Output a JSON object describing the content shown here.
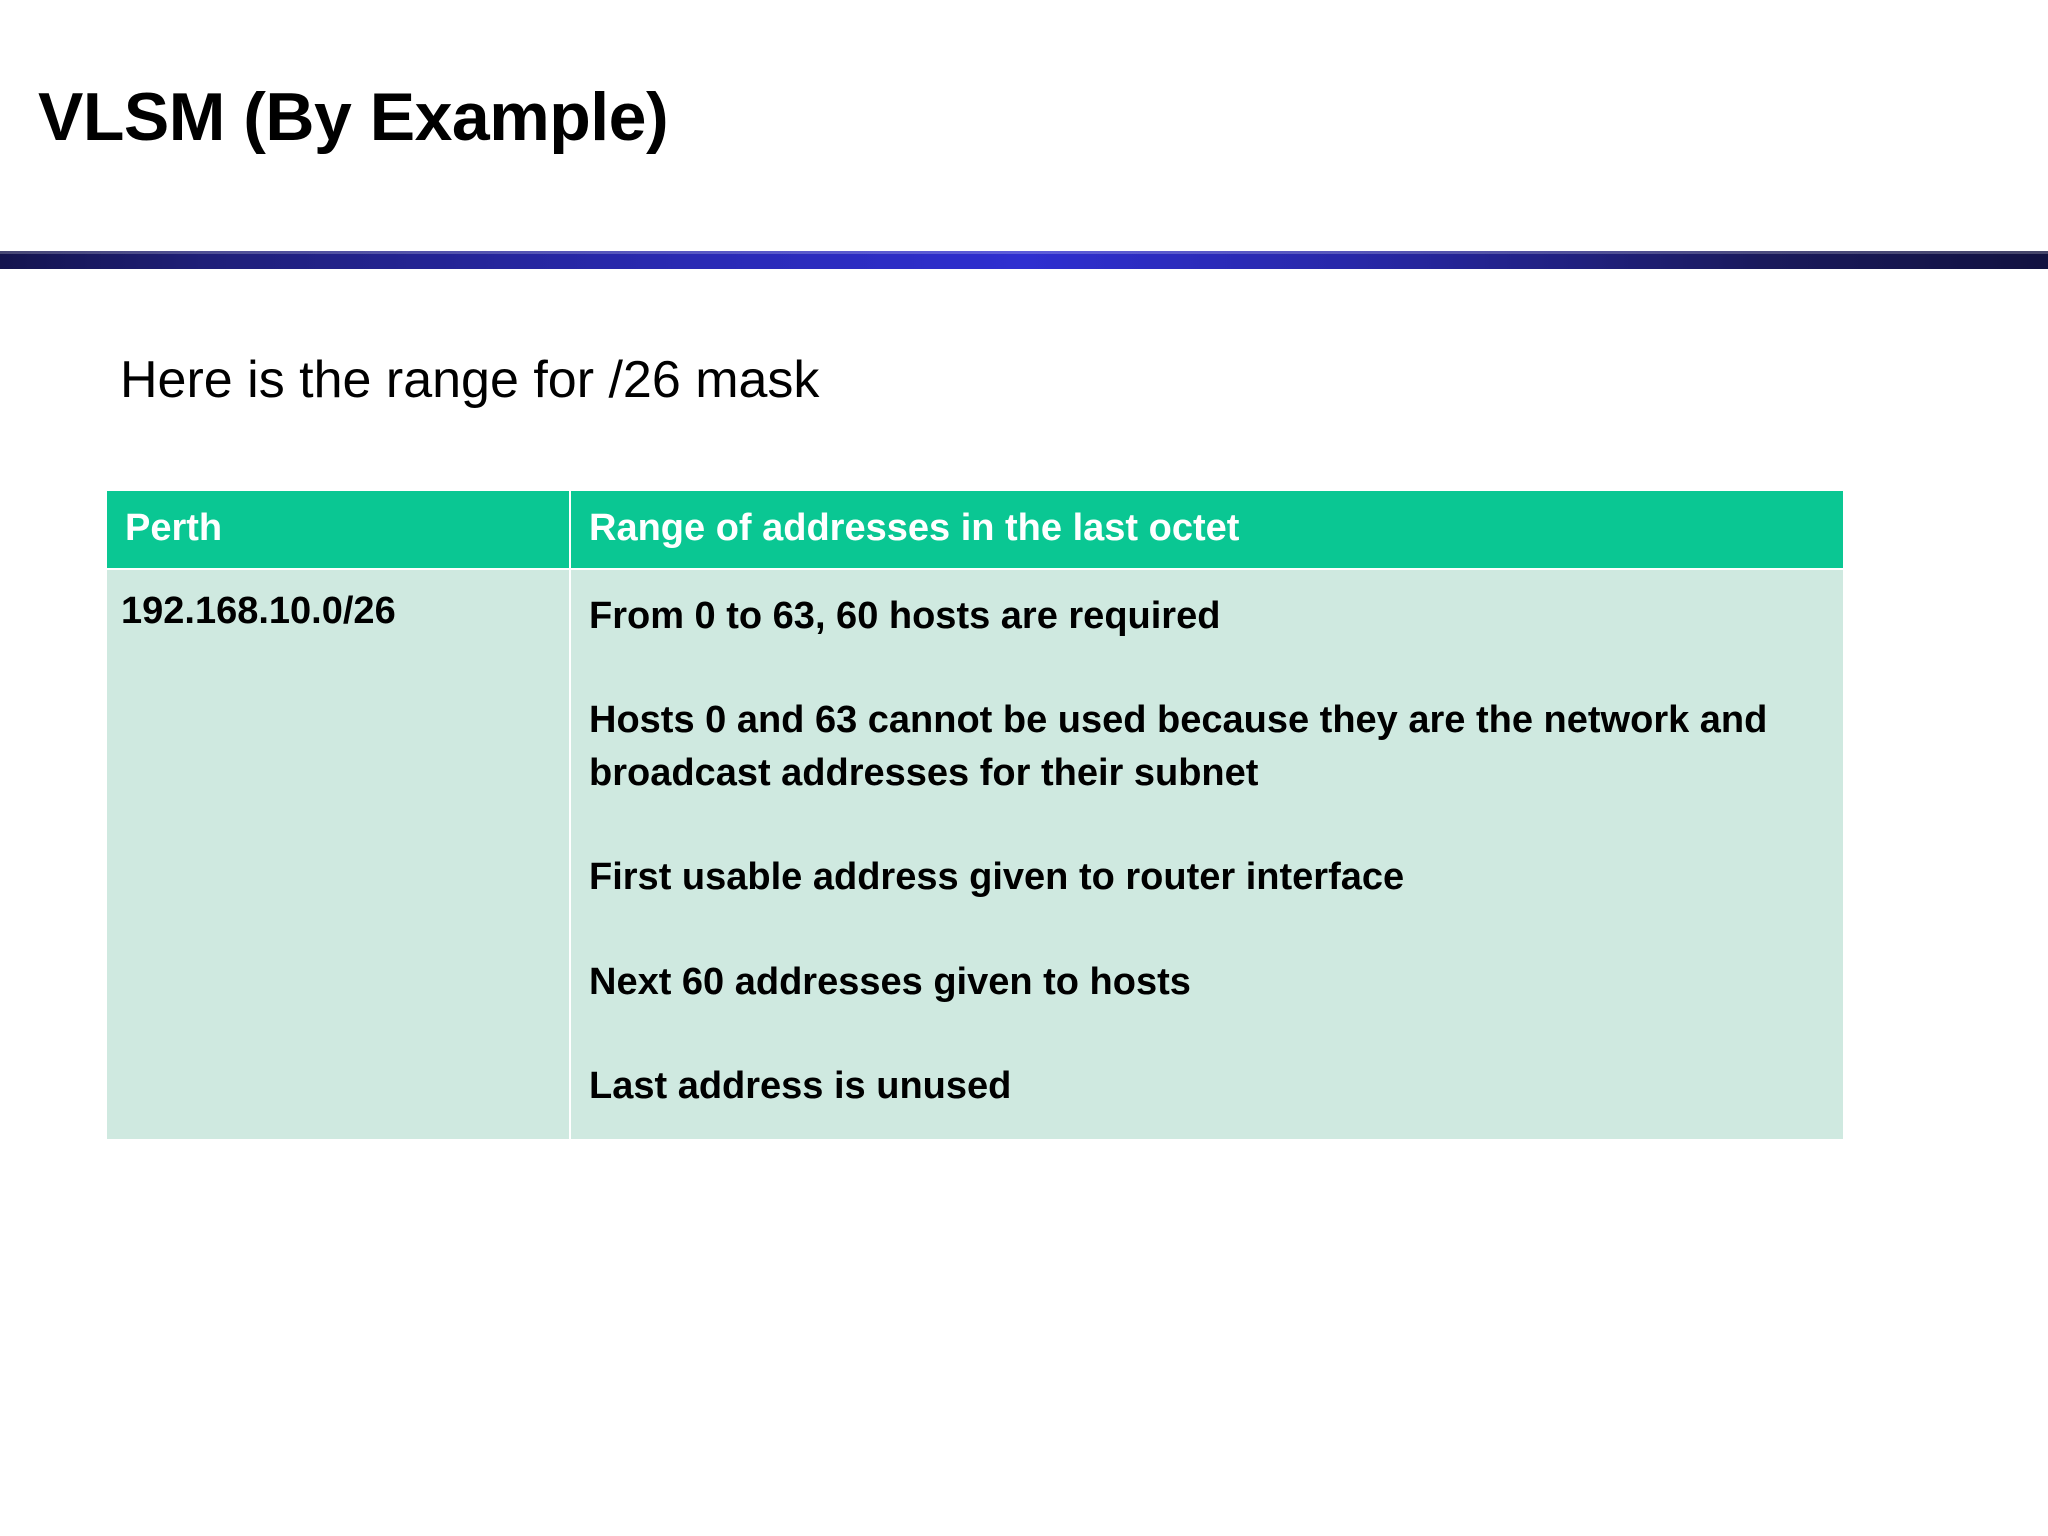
{
  "slide": {
    "title": "VLSM (By Example)",
    "subtitle": "Here is the range for /26 mask"
  },
  "colors": {
    "rule_dark": "#14144e",
    "rule_bright": "#2f2fd0",
    "table_header_bg": "#0ac793",
    "table_header_text": "#ffffff",
    "table_body_bg": "#cfe9e0",
    "table_body_text": "#000000",
    "page_bg": "#ffffff"
  },
  "table": {
    "headers": [
      "Perth",
      "Range of addresses in the last octet"
    ],
    "rows": [
      {
        "network": "192.168.10.0/26",
        "lines": [
          "From 0 to 63, 60 hosts are required",
          "Hosts 0 and 63 cannot be used because they are the network and broadcast addresses for their subnet",
          "First usable address given to router interface",
          "Next 60 addresses given to hosts",
          "Last address is unused"
        ]
      }
    ]
  }
}
